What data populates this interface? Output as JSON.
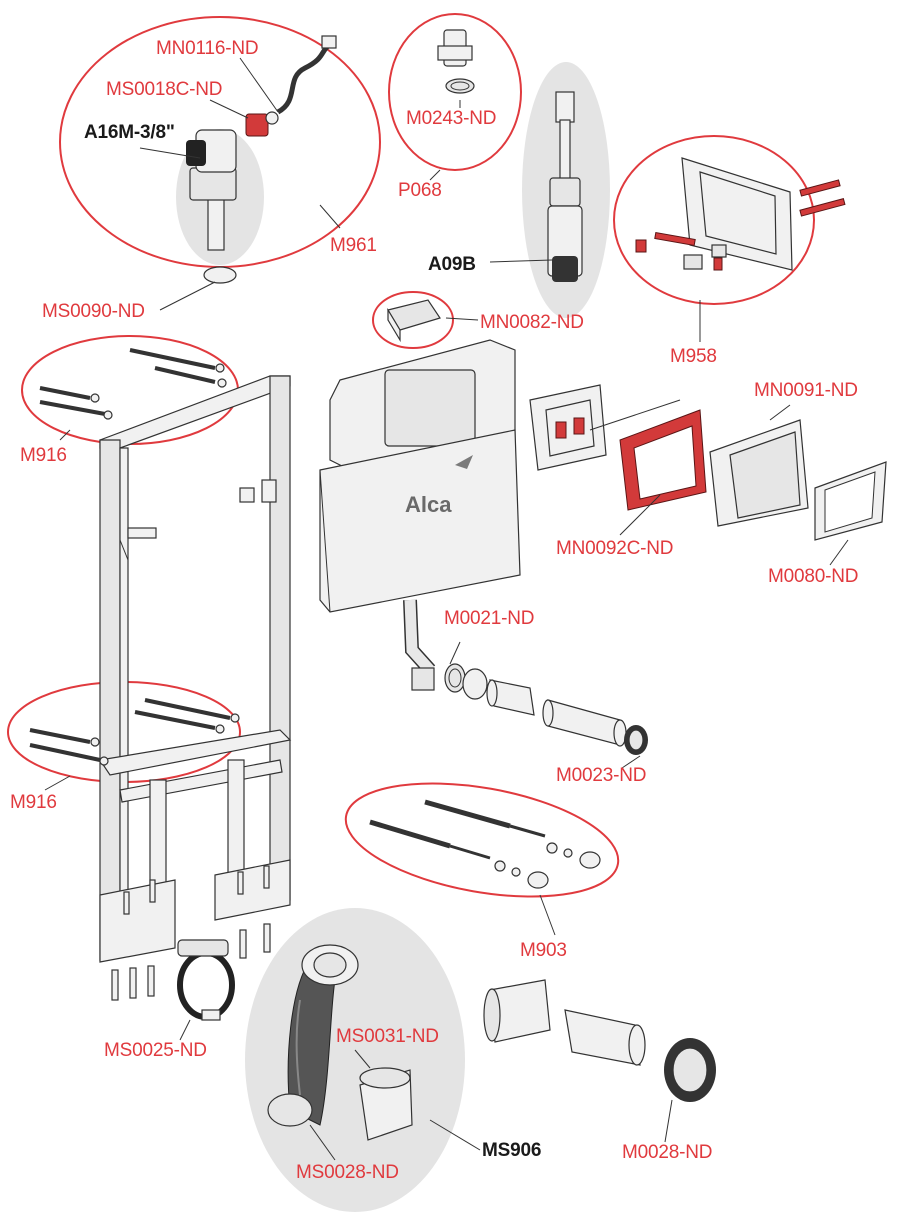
{
  "brand": "Alca",
  "colors": {
    "label": "#e03a3e",
    "bold_label": "#1a1a1a",
    "group_outline": "#e03a3e",
    "highlight_part": "#d23a3a"
  },
  "labels": {
    "mn0116": "MN0116-ND",
    "ms0018c": "MS0018C-ND",
    "a16m": "A16M-3/8\"",
    "m961": "M961",
    "ms0090": "MS0090-ND",
    "m0243": "M0243-ND",
    "p068": "P068",
    "a09b": "A09B",
    "mn0082": "MN0082-ND",
    "m958": "M958",
    "mn0091": "MN0091-ND",
    "m916_top": "M916",
    "mn0092c": "MN0092C-ND",
    "m0080": "M0080-ND",
    "m0021": "M0021-ND",
    "m0023": "M0023-ND",
    "m916_bottom": "M916",
    "m903": "M903",
    "ms0025": "MS0025-ND",
    "ms0031": "MS0031-ND",
    "ms906": "MS906",
    "ms0028": "MS0028-ND",
    "m0028": "M0028-ND"
  }
}
